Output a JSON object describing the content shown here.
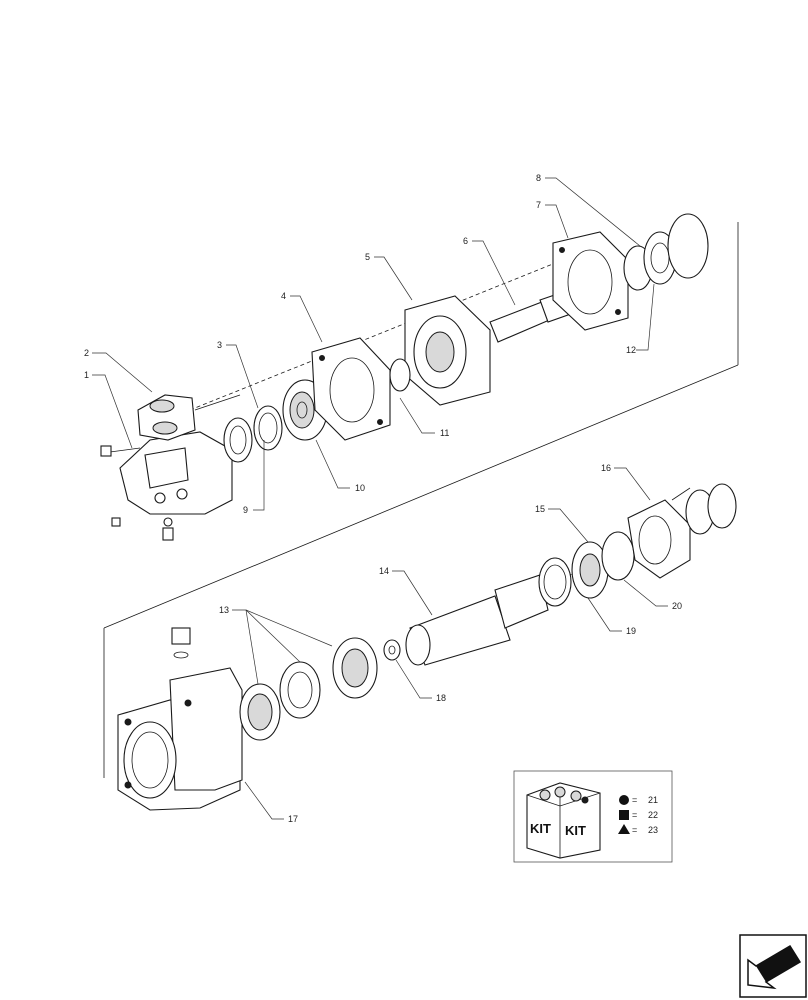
{
  "callouts": [
    {
      "id": "1",
      "text": "1"
    },
    {
      "id": "2",
      "text": "2"
    },
    {
      "id": "3",
      "text": "3"
    },
    {
      "id": "4",
      "text": "4"
    },
    {
      "id": "5",
      "text": "5"
    },
    {
      "id": "6",
      "text": "6"
    },
    {
      "id": "7",
      "text": "7"
    },
    {
      "id": "8",
      "text": "8"
    },
    {
      "id": "9",
      "text": "9"
    },
    {
      "id": "10",
      "text": "10"
    },
    {
      "id": "11",
      "text": "11"
    },
    {
      "id": "12",
      "text": "12"
    },
    {
      "id": "13",
      "text": "13"
    },
    {
      "id": "14",
      "text": "14"
    },
    {
      "id": "15",
      "text": "15"
    },
    {
      "id": "16",
      "text": "16"
    },
    {
      "id": "17",
      "text": "17"
    },
    {
      "id": "18",
      "text": "18"
    },
    {
      "id": "19",
      "text": "19"
    },
    {
      "id": "20",
      "text": "20"
    }
  ],
  "kit_legend": {
    "box_label_left": "KIT",
    "box_label_right": "KIT",
    "items": [
      {
        "symbol": "circle",
        "equals": "=",
        "ref": "21"
      },
      {
        "symbol": "square",
        "equals": "=",
        "ref": "22"
      },
      {
        "symbol": "triangle",
        "equals": "=",
        "ref": "23"
      }
    ]
  },
  "nav": {
    "icon": "previous-page-arrow-icon"
  }
}
